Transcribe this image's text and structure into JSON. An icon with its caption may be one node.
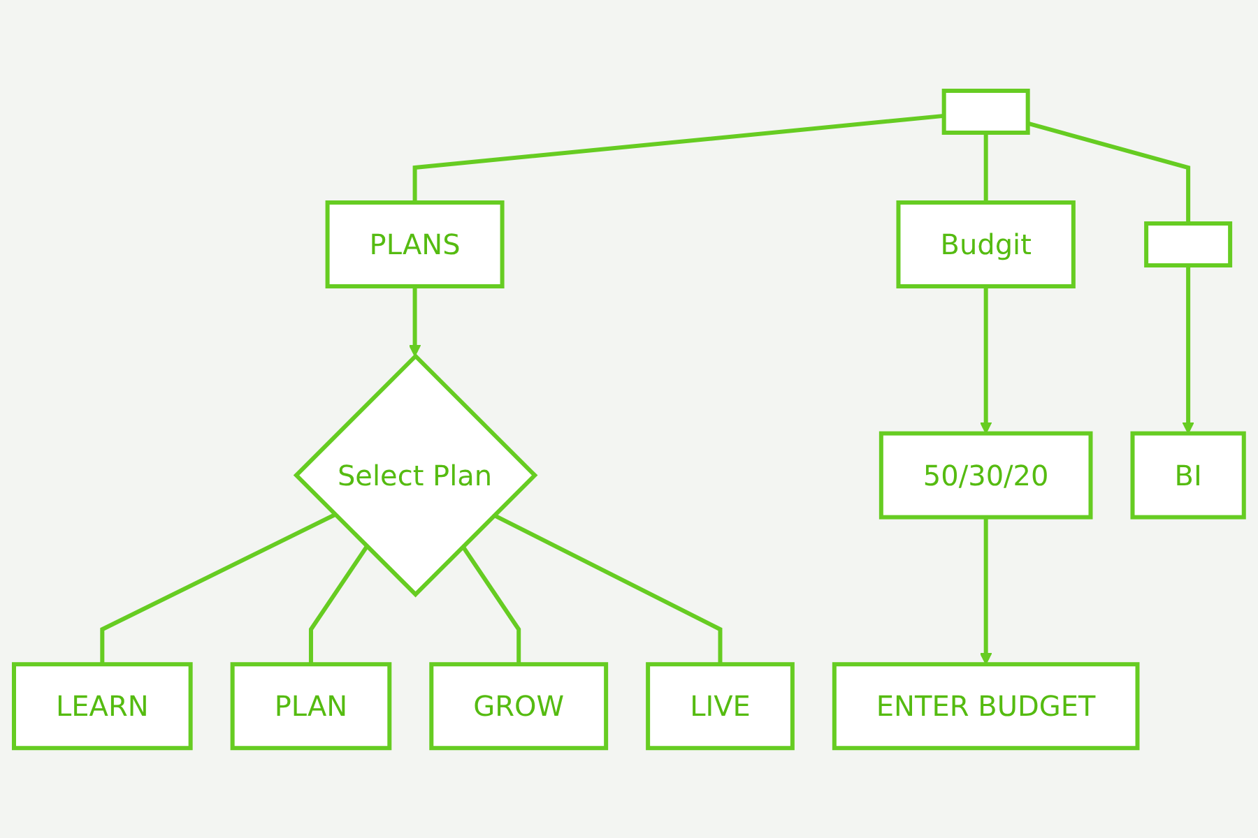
{
  "diagram": {
    "nodes": [
      {
        "text": [],
        "shape": "box"
      },
      {
        "text": [
          "PLANS"
        ]
      },
      {
        "text": [
          "Budgit"
        ]
      },
      {
        "text": [],
        "shape": "box"
      },
      {
        "text": [
          "Select Plan"
        ]
      },
      {
        "text": [
          "50/30/20"
        ]
      },
      {
        "text": [
          "BI"
        ]
      },
      {
        "text": [
          "LEARN"
        ]
      },
      {
        "text": [
          "PLAN"
        ]
      },
      {
        "text": [
          "GROW"
        ]
      },
      {
        "text": [
          "LIVE"
        ]
      },
      {
        "text": [
          "ENTER BUDGET"
        ]
      }
    ],
    "edges": [
      {
        "from": 0,
        "to": 1,
        "arrow": "none"
      },
      {
        "from": 0,
        "to": 2,
        "arrow": "none"
      },
      {
        "from": 0,
        "to": 3,
        "arrow": "none"
      },
      {
        "from": 1,
        "to": 4,
        "arrow": "to"
      },
      {
        "from": 2,
        "to": 5,
        "arrow": "to"
      },
      {
        "from": 3,
        "to": 6,
        "arrow": "to"
      },
      {
        "from": 4,
        "to": 7,
        "arrow": "none"
      },
      {
        "from": 4,
        "to": 8,
        "arrow": "none"
      },
      {
        "from": 4,
        "to": 9,
        "arrow": "none"
      },
      {
        "from": 4,
        "to": 10,
        "arrow": "none"
      },
      {
        "from": 5,
        "to": 11,
        "arrow": "to"
      }
    ]
  }
}
